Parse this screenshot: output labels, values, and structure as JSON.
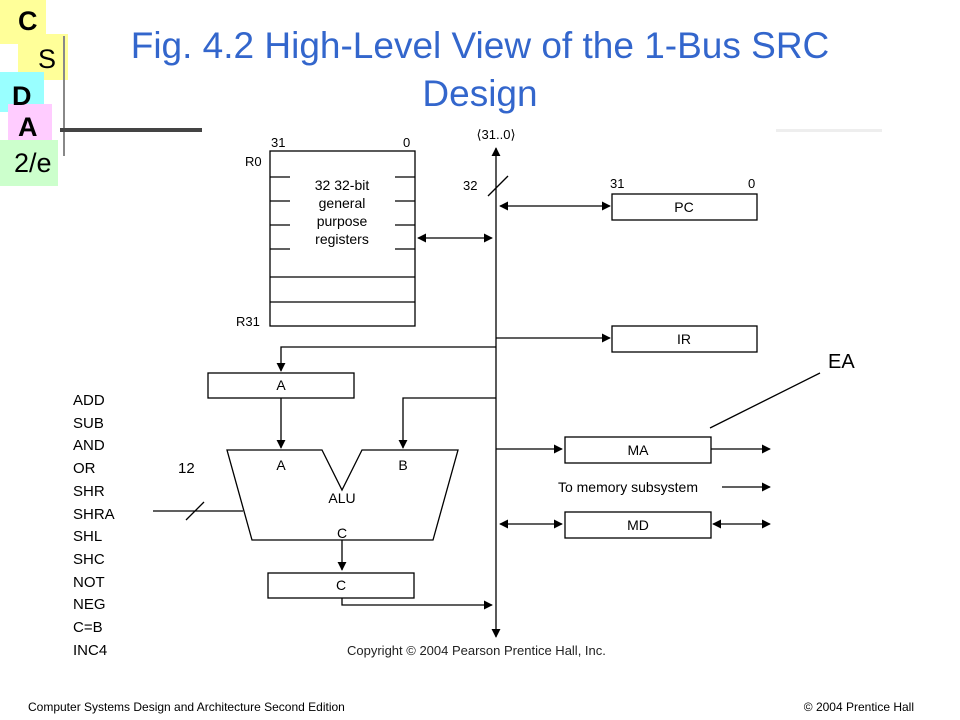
{
  "logo": {
    "letters": [
      "C",
      "S",
      "D",
      "A",
      "2/e"
    ],
    "colors": {
      "yellow": "#ffff99",
      "cyan": "#99ffff",
      "pink": "#ffccff",
      "green": "#ccffcc"
    }
  },
  "title": "Fig. 4.2  High-Level View of the 1-Bus SRC Design",
  "diagram": {
    "bus_label": "⟨31..0⟩",
    "bus_width": "32",
    "register_file": {
      "bit_high": "31",
      "bit_low": "0",
      "first_reg": "R0",
      "last_reg": "R31",
      "desc": [
        "32 32-bit",
        "general",
        "purpose",
        "registers"
      ]
    },
    "pc": {
      "label": "PC",
      "bit_high": "31",
      "bit_low": "0"
    },
    "ir": {
      "label": "IR"
    },
    "ea_label": "EA",
    "a_reg": "A",
    "alu": {
      "label": "ALU",
      "input_a": "A",
      "input_b": "B",
      "output_c": "C"
    },
    "c_reg": "C",
    "ma": "MA",
    "md": "MD",
    "memory_label": "To memory subsystem",
    "control_width": "12",
    "alu_ops": [
      "ADD",
      "SUB",
      "AND",
      "OR",
      "SHR",
      "SHRA",
      "SHL",
      "SHC",
      "NOT",
      "NEG",
      "C=B",
      "INC4"
    ],
    "copyright": "Copyright © 2004 Pearson Prentice Hall, Inc."
  },
  "footer": {
    "left": "Computer Systems Design and Architecture Second Edition",
    "right": "© 2004 Prentice Hall"
  }
}
